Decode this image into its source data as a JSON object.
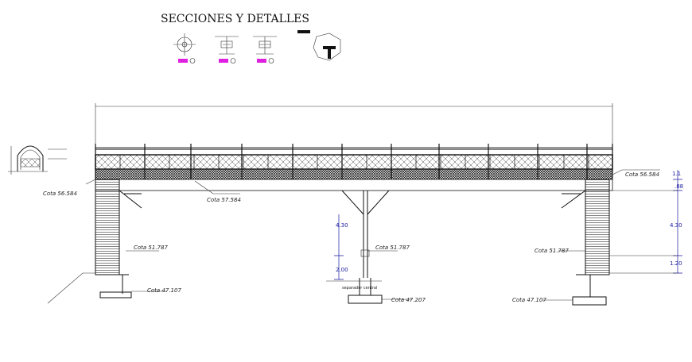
{
  "title": "SECCIONES Y DETALLES",
  "cotas": {
    "left_top": "Cota 56.584",
    "right_top": "Cota 56.584",
    "deck": "Cota 57.584",
    "left_mid": "Cota 51.787",
    "center_mid": "Cota 51.787",
    "right_mid": "Cota 51.787",
    "left_base": "Cota 47.107",
    "center_base": "Cota 47.207",
    "right_base": "Cota 47.107"
  },
  "dimensions": {
    "right_top": "1.1",
    "right_a": ".88",
    "right_b": "4.30",
    "right_c": "1.20",
    "center_a": "4.30",
    "center_b": "2.00"
  },
  "notes": {
    "separator": "separador central"
  },
  "colors": {
    "accent_magenta": "#e020e0",
    "dimension_blue": "#1a1aa0"
  }
}
